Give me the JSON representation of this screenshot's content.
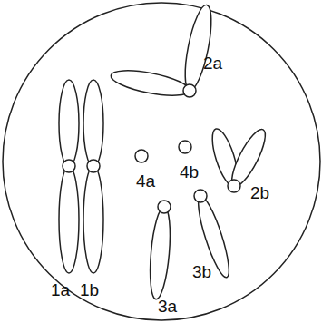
{
  "diagram": {
    "labels": [
      "1a",
      "1b",
      "2a",
      "2b",
      "4a",
      "4b",
      "3a",
      "3b"
    ]
  }
}
